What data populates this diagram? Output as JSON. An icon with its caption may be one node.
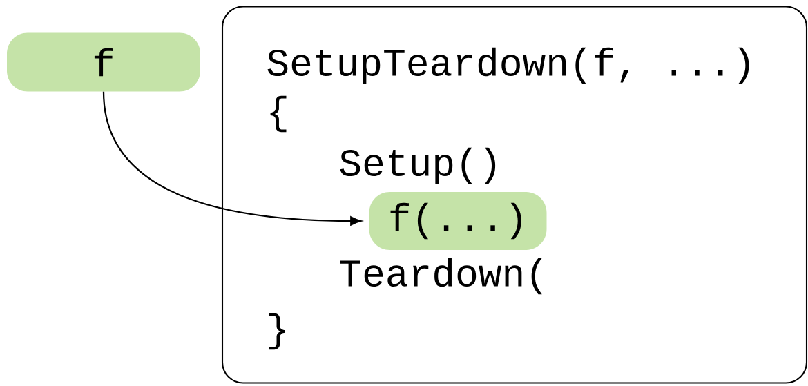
{
  "diagram": {
    "nodes": [
      {
        "text": [
          "f"
        ]
      },
      {
        "text": [
          "SetupTeardown(f, ...)",
          "{",
          "Setup()",
          "Teardown(",
          "}"
        ]
      },
      {
        "text": [
          "f(...)"
        ],
        "in": 1
      }
    ],
    "edges": [
      {
        "from": 0,
        "to": 2,
        "arrow": "to"
      }
    ]
  }
}
